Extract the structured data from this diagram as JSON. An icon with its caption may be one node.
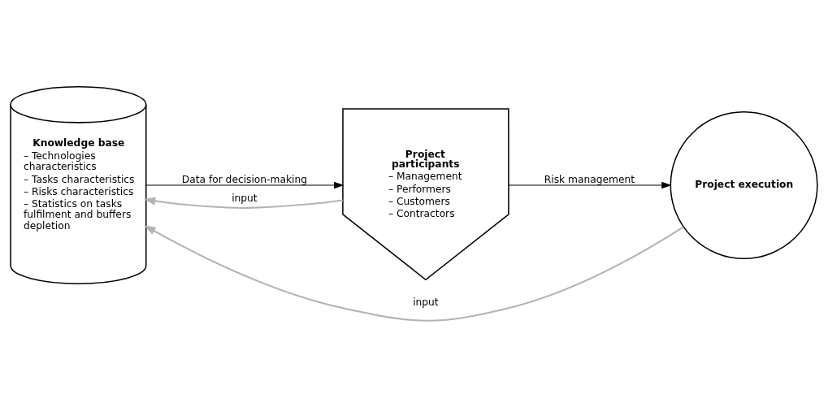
{
  "diagram": {
    "nodes": [
      {
        "text": [
          "Knowledge base",
          "– Technologies characteristics",
          "– Tasks characteristics",
          "– Risks characteristics",
          "– Statistics on tasks fulfilment and buffers depletion"
        ]
      },
      {
        "text": [
          "Project participants",
          "– Management",
          "– Performers",
          "– Customers",
          "– Contractors"
        ]
      },
      {
        "text": [
          "Project execution"
        ]
      }
    ],
    "edges": [
      {
        "from": 0,
        "to": 1,
        "arrow": "to",
        "label": "Data for decision-making"
      },
      {
        "from": 1,
        "to": 2,
        "arrow": "to",
        "label": "Risk management"
      },
      {
        "from": 1,
        "to": 0,
        "arrow": "to",
        "label": "input",
        "color": "#b3b3b3"
      },
      {
        "from": 2,
        "to": 0,
        "arrow": "to",
        "label": "input",
        "color": "#b3b3b3"
      }
    ]
  }
}
